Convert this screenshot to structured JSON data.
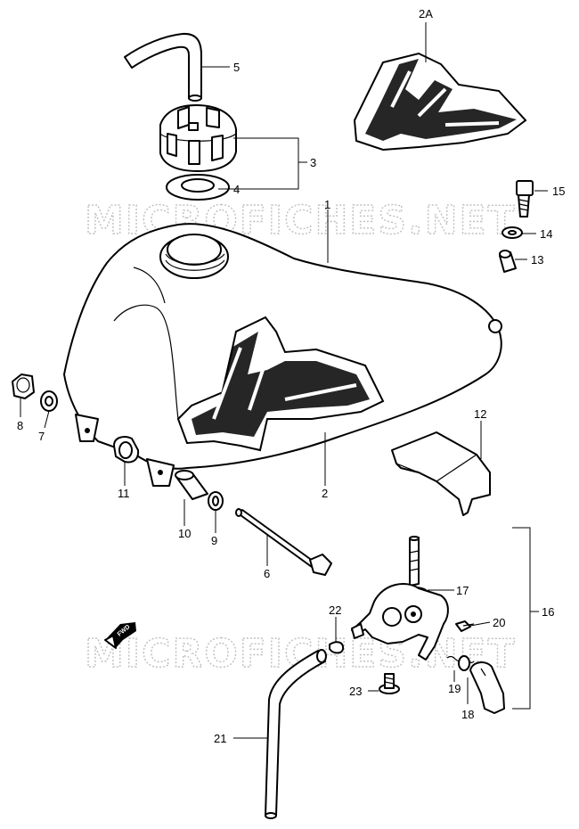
{
  "watermark": {
    "top": "MICROFICHES.NET",
    "bottom": "MICROFICHES.NET"
  },
  "fwd_label": "FWD",
  "callouts": {
    "c1": "1",
    "c2": "2",
    "c2a": "2A",
    "c3": "3",
    "c4": "4",
    "c5": "5",
    "c6": "6",
    "c7": "7",
    "c8": "8",
    "c9": "9",
    "c10": "10",
    "c11": "11",
    "c12": "12",
    "c13": "13",
    "c14": "14",
    "c15": "15",
    "c16": "16",
    "c17": "17",
    "c18": "18",
    "c19": "19",
    "c20": "20",
    "c21": "21",
    "c22": "22",
    "c23": "23"
  }
}
